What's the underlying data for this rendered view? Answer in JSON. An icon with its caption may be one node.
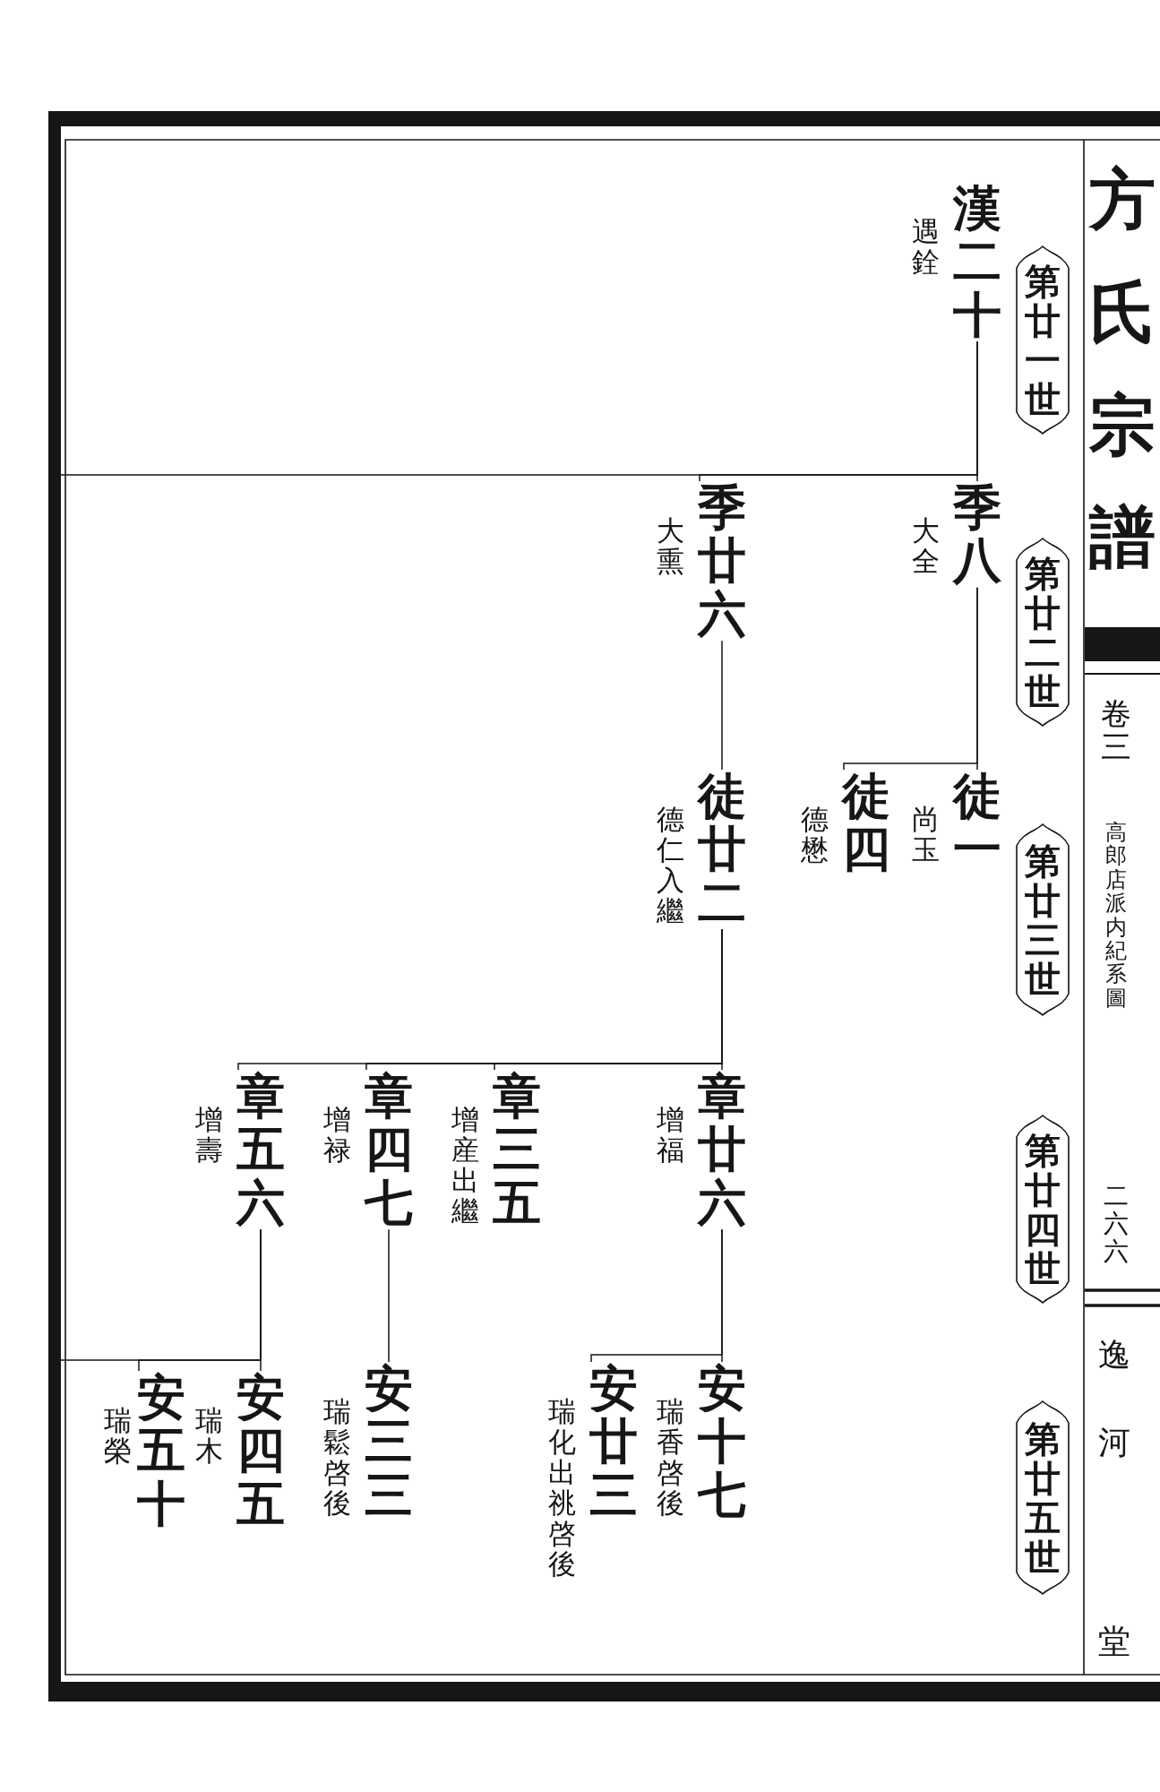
{
  "diagram": {
    "title": "方氏宗譜",
    "nodes": [
      {
        "text": [
          "第廿一世"
        ]
      },
      {
        "text": [
          "遇銓",
          "漢二十"
        ]
      },
      {
        "text": [
          "第廿二世"
        ]
      },
      {
        "text": [
          "大全",
          "季八"
        ]
      },
      {
        "text": [
          "大熏",
          "季廿六"
        ]
      },
      {
        "text": [
          "第廿三世"
        ]
      },
      {
        "text": [
          "尚玉",
          "徒一"
        ]
      },
      {
        "text": [
          "德懋",
          "徒四"
        ]
      },
      {
        "text": [
          "德仁入繼",
          "徒廿二"
        ]
      },
      {
        "text": [
          "第廿四世"
        ]
      },
      {
        "text": [
          "增福",
          "章廿六"
        ]
      },
      {
        "text": [
          "增産出繼",
          "章三五"
        ]
      },
      {
        "text": [
          "增禄",
          "章四七"
        ]
      },
      {
        "text": [
          "增壽",
          "章五六"
        ]
      },
      {
        "text": [
          "第廿五世"
        ]
      },
      {
        "text": [
          "瑞香啓後",
          "安十七"
        ]
      },
      {
        "text": [
          "瑞化出祧啓後",
          "安廿三"
        ]
      },
      {
        "text": [
          "瑞鬆啓後",
          "安三三"
        ]
      },
      {
        "text": [
          "瑞木",
          "安四五"
        ]
      },
      {
        "text": [
          "瑞榮",
          "安五十"
        ]
      }
    ],
    "edges": [
      {
        "from": 1,
        "to": 3,
        "arrow": "none"
      },
      {
        "from": 1,
        "to": 4,
        "arrow": "none"
      },
      {
        "from": 1,
        "to": null,
        "arrow": "none"
      },
      {
        "from": 3,
        "to": 6,
        "arrow": "none"
      },
      {
        "from": 3,
        "to": 7,
        "arrow": "none"
      },
      {
        "from": 4,
        "to": 8,
        "arrow": "none"
      },
      {
        "from": 8,
        "to": 10,
        "arrow": "none"
      },
      {
        "from": 8,
        "to": 11,
        "arrow": "none"
      },
      {
        "from": 8,
        "to": 12,
        "arrow": "none"
      },
      {
        "from": 8,
        "to": 13,
        "arrow": "none"
      },
      {
        "from": 10,
        "to": 15,
        "arrow": "none"
      },
      {
        "from": 10,
        "to": 16,
        "arrow": "none"
      },
      {
        "from": 12,
        "to": 17,
        "arrow": "none"
      },
      {
        "from": 13,
        "to": 18,
        "arrow": "none"
      },
      {
        "from": 13,
        "to": 19,
        "arrow": "none"
      },
      {
        "from": 13,
        "to": null,
        "arrow": "none"
      }
    ],
    "labels": [
      "卷三",
      "高郎店派内紀系圖",
      "二六六",
      "逸",
      "河",
      "堂"
    ]
  }
}
